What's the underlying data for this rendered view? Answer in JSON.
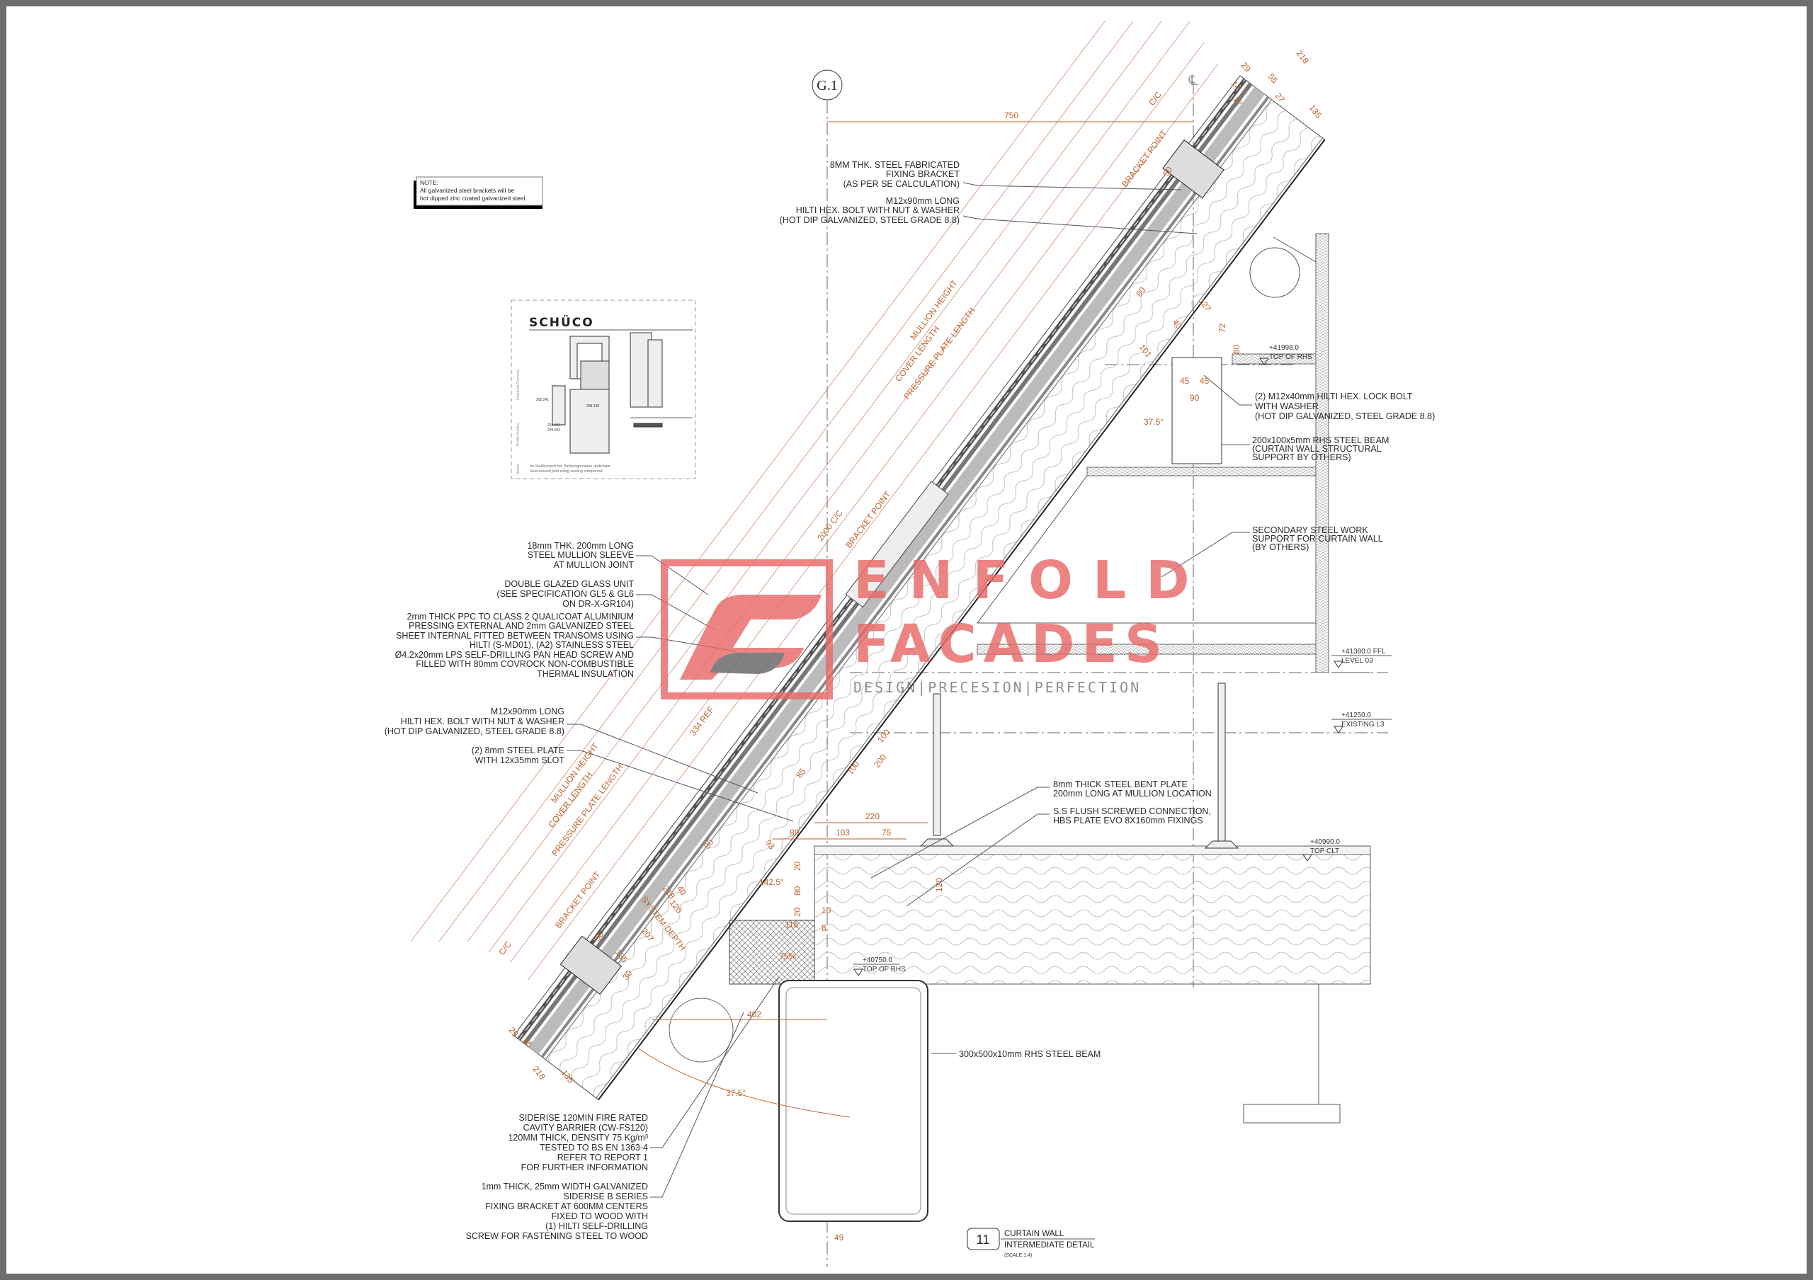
{
  "sheet": {
    "title_number": "11",
    "title_line1": "CURTAIN WALL",
    "title_line2": "INTERMEDIATE DETAIL",
    "scale": "(SCALE 1:4)",
    "grid_label": "G.1",
    "centerline_symbol": "℄"
  },
  "note_box": {
    "heading": "NOTE:",
    "lines": [
      "All galvanized steel brackets will be",
      "hot dipped zinc coated galvanized steel."
    ]
  },
  "inset": {
    "brand": "SCHÜCO",
    "part_numbers": [
      "205 241",
      "224 816 /",
      "229 692",
      "298 158"
    ],
    "caption_de": "Im Stoßbereich mit Dichtungsmasse abdichten.",
    "caption_en": "Seal around joint using sealing compound.",
    "side_labels": [
      "Übersicht Overview",
      "Profile Profiles",
      "details"
    ]
  },
  "logo": {
    "line1": "ENFOLD",
    "line2": "FACADES",
    "tagline": "DESIGN|PRECESION|PERFECTION",
    "color": "#e86a6a"
  },
  "notes": {
    "bracket": [
      "8MM THK. STEEL FABRICATED",
      "FIXING BRACKET",
      "(AS PER SE CALCULATION)"
    ],
    "bolt_top": [
      "M12x90mm LONG",
      "HILTI HEX. BOLT WITH NUT & WASHER",
      "(HOT DIP GALVANIZED, STEEL GRADE 8.8)"
    ],
    "lock_bolt": [
      "(2) M12x40mm HILTI HEX. LOCK BOLT",
      "WITH WASHER",
      "(HOT DIP GALVANIZED, STEEL GRADE 8.8)"
    ],
    "rhs_beam_small": [
      "200x100x5mm RHS STEEL BEAM",
      "(CURTAIN WALL STRUCTURAL",
      "SUPPORT BY OTHERS)"
    ],
    "secondary_steel": [
      "SECONDARY STEEL WORK",
      "SUPPORT FOR CURTAIN WALL",
      "(BY OTHERS)"
    ],
    "sleeve": [
      "18mm THK. 200mm LONG",
      "STEEL MULLION SLEEVE",
      "AT MULLION JOINT"
    ],
    "glass": [
      "DOUBLE GLAZED GLASS UNIT",
      "(SEE SPECIFICATION  GL5  & GL6",
      "ON DR-X-GR104)"
    ],
    "pressing": [
      "2mm THICK PPC TO CLASS 2 QUALICOAT ALUMINIUM",
      "PRESSING EXTERNAL AND 2mm GALVANIZED STEEL",
      "SHEET INTERNAL FITTED BETWEEN TRANSOMS USING",
      "HILTI (S-MD01), (A2) STAINLESS STEEL",
      "Ø4.2x20mm  LPS SELF-DRILLING PAN HEAD SCREW  AND",
      "FILLED WITH 80mm COVROCK NON-COMBUSTIBLE",
      "THERMAL INSULATION"
    ],
    "bolt_bottom": [
      "M12x90mm LONG",
      "HILTI HEX. BOLT WITH NUT & WASHER",
      "(HOT DIP GALVANIZED, STEEL GRADE 8.8)"
    ],
    "plate": [
      "(2) 8mm STEEL PLATE",
      "WITH 12x35mm SLOT"
    ],
    "bent_plate": [
      "8mm THICK STEEL BENT PLATE",
      "200mm LONG AT MULLION LOCATION"
    ],
    "flush": [
      "S.S FLUSH SCREWED CONNECTION,",
      " HBS PLATE EVO 8X160mm FIXINGS"
    ],
    "rhs_beam_large": [
      "300x500x10mm RHS STEEL BEAM"
    ],
    "cavity_barrier": [
      "SIDERISE 120MIN FIRE RATED",
      "CAVITY BARRIER (CW-FS120)",
      "120MM THICK, DENSITY 75 Kg/m³",
      "TESTED TO BS EN 1363-4",
      "REFER TO REPORT 1",
      "FOR FURTHER INFORMATION"
    ],
    "siderise_bracket": [
      "1mm THICK, 25mm WIDTH GALVANIZED",
      "SIDERISE B SERIES",
      "FIXING BRACKET AT 600MM CENTERS",
      "FIXED TO WOOD WITH",
      "(1)      HILTI SELF-DRILLING",
      "SCREW  FOR FASTENING STEEL  TO WOOD"
    ]
  },
  "levels": [
    {
      "value": "+41998.0",
      "label": "TOP OF RHS"
    },
    {
      "value": "+41380.0 FFL",
      "label": "LEVEL 03"
    },
    {
      "value": "+41250.0",
      "label": "EXISTING L3"
    },
    {
      "value": "+40990.0",
      "label": "TOP CLT"
    },
    {
      "value": "+40750.0",
      "label": "TOP OF RHS"
    }
  ],
  "dimensions": {
    "d750": "750",
    "d218_top": "218",
    "d135_top": "135",
    "d55_top": "55",
    "d29_top": "29",
    "d27": "27",
    "d14": "14",
    "d12": "12",
    "d50_top": "50",
    "d80_top": "80",
    "d40_top": "40",
    "d101": "101",
    "d45a": "45",
    "d45b": "45",
    "d90": "90",
    "d72": "72",
    "d127": "127",
    "d80_rhs": "80",
    "d37_5_top": "37.5°",
    "mullion_height_top": "MULLION HEIGHT",
    "cover_length_top": "COVER LENGTH",
    "pressure_plate_top": "PRESSURE PLATE LENGTH",
    "bracket_point_top": "BRACKET POINT",
    "cc_top": "C/C",
    "cc_2000": "2000 C/C",
    "bracket_point_mid": "BRACKET POINT",
    "ref334": "334 REF",
    "mullion_height_bot": "MULLION HEIGHT",
    "cover_length_bot": "COVER LENGTH",
    "pressure_plate_bot": "PRESSURE PLATE LENGTH",
    "bracket_point_bot": "BRACKET POINT",
    "cc_bot": "C/C",
    "d50_bot": "50",
    "system_depth": "SYSTEM DEPTH",
    "d218_mid": "218",
    "d207": "207",
    "d135_mid": "135",
    "d30": "30",
    "d100a": "100",
    "d200": "200",
    "d100b": "100",
    "d85": "85",
    "d220": "220",
    "d89": "89",
    "d103": "103",
    "d75": "75",
    "d93": "93",
    "d80_mid": "80",
    "d142_5": "142.5°",
    "d20a": "20",
    "d80_v": "80",
    "d20b": "20",
    "d40_bot": "40",
    "d120_bot": "120",
    "d10": "10",
    "d8": "8",
    "d116": "116",
    "pct75": "75%",
    "d120_clt": "120",
    "d402": "402",
    "d37_5_bot": "37.5°",
    "d49": "49",
    "d29_bot": "29",
    "d55_bot": "55",
    "d218_bot": "218",
    "d135_bot": "135"
  },
  "colors": {
    "dimension": "#c0622b",
    "frame": "#6e6e6e",
    "logo": "#e86a6a"
  }
}
